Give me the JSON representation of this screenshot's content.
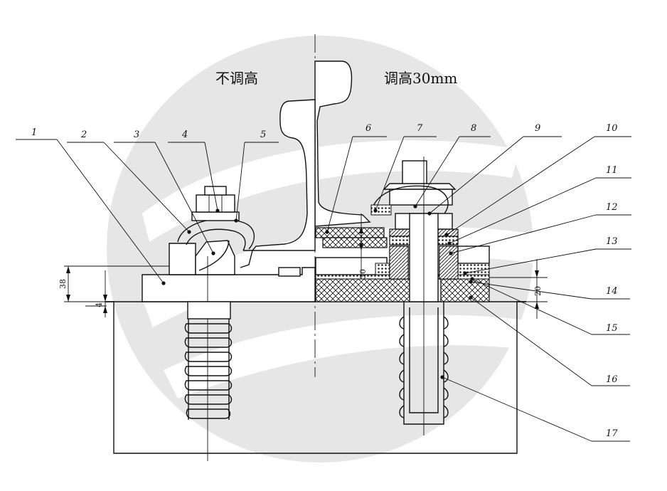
{
  "captions": {
    "left": "不调高",
    "right": "调高30mm"
  },
  "part_labels": [
    "1",
    "2",
    "3",
    "4",
    "5",
    "6",
    "7",
    "8",
    "9",
    "10",
    "11",
    "12",
    "13",
    "14",
    "15",
    "16",
    "17"
  ],
  "dimensions": {
    "d38": "38",
    "d4": "4",
    "d20": "20",
    "d30": "30"
  },
  "colors": {
    "line": "#111111",
    "watermark": "#e6e6e6",
    "background": "#ffffff"
  }
}
